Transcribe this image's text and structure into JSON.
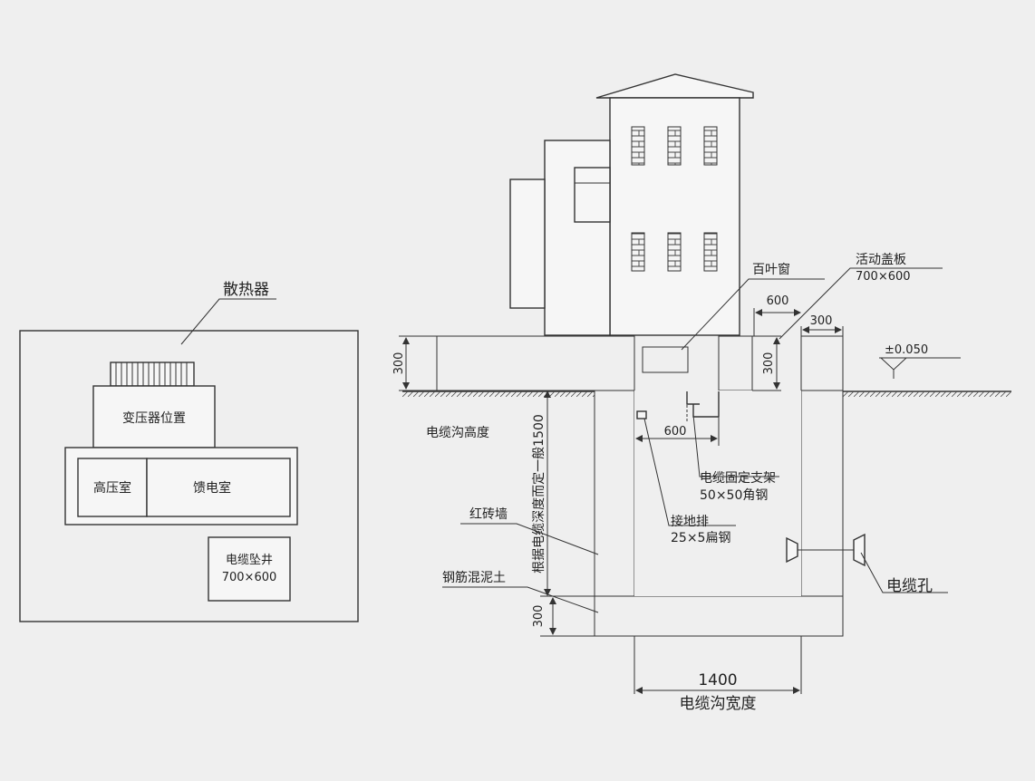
{
  "plan": {
    "radiator": "散热器",
    "transformer": "变压器位置",
    "hv_room": "高压室",
    "feeder_room": "馈电室",
    "shaft_label": "电缆坠井",
    "shaft_size": "700×600"
  },
  "section": {
    "louver": "百叶窗",
    "cover": "活动盖板",
    "cover_size": "700×600",
    "dim_300_top": "300",
    "dim_600_top": "600",
    "dim_300_right": "300",
    "dim_300_inner": "300",
    "level": "±0.050",
    "trench_height": "电缆沟高度",
    "dim_600_mid": "600",
    "bracket": "电缆固定支架",
    "bracket_spec": "50×50角钢",
    "ground_bar": "接地排",
    "ground_bar_spec": "25×5扁钢",
    "brick_wall": "红砖墙",
    "concrete": "钢筋混泥土",
    "depth_note": "根据电缆深度而定一般1500",
    "dim_300_bottom": "300",
    "cable_hole": "电缆孔",
    "width_value": "1400",
    "width_label": "电缆沟宽度"
  }
}
